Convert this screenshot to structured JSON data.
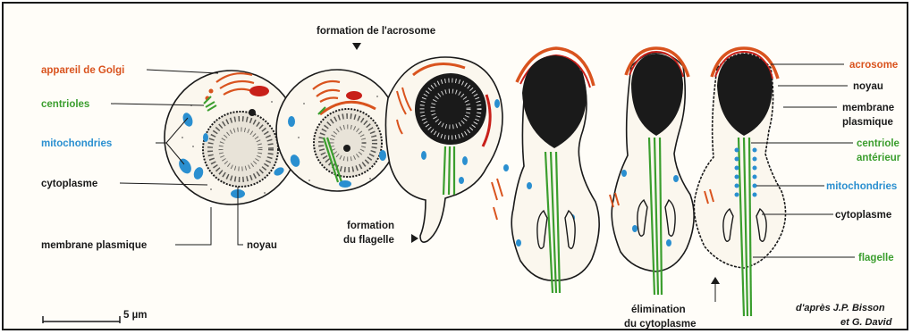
{
  "colors": {
    "orange": "#d9531e",
    "green": "#3b9e2e",
    "blue": "#2a8fd0",
    "black": "#1a1a1a",
    "red": "#c8201a",
    "cell_fill": "#fbf7ee"
  },
  "labels": {
    "golgi": "appareil de Golgi",
    "centrioles": "centrioles",
    "mitochondries_left": "mitochondries",
    "cytoplasme_left": "cytoplasme",
    "membrane_left": "membrane plasmique",
    "noyau_bottom": "noyau",
    "acrosome_formation": "formation de l'acrosome",
    "flagelle_formation_1": "formation",
    "flagelle_formation_2": "du flagelle",
    "acrosome": "acrosome",
    "noyau_right": "noyau",
    "membrane_right_1": "membrane",
    "membrane_right_2": "plasmique",
    "centriole_anterieur_1": "centriole",
    "centriole_anterieur_2": "antérieur",
    "mitochondries_right": "mitochondries",
    "cytoplasme_right": "cytoplasme",
    "flagelle": "flagelle",
    "elimination_1": "élimination",
    "elimination_2": "du cytoplasme",
    "credit_1": "d'après J.P. Bisson",
    "credit_2": "et G. David",
    "scale": "5 µm"
  }
}
